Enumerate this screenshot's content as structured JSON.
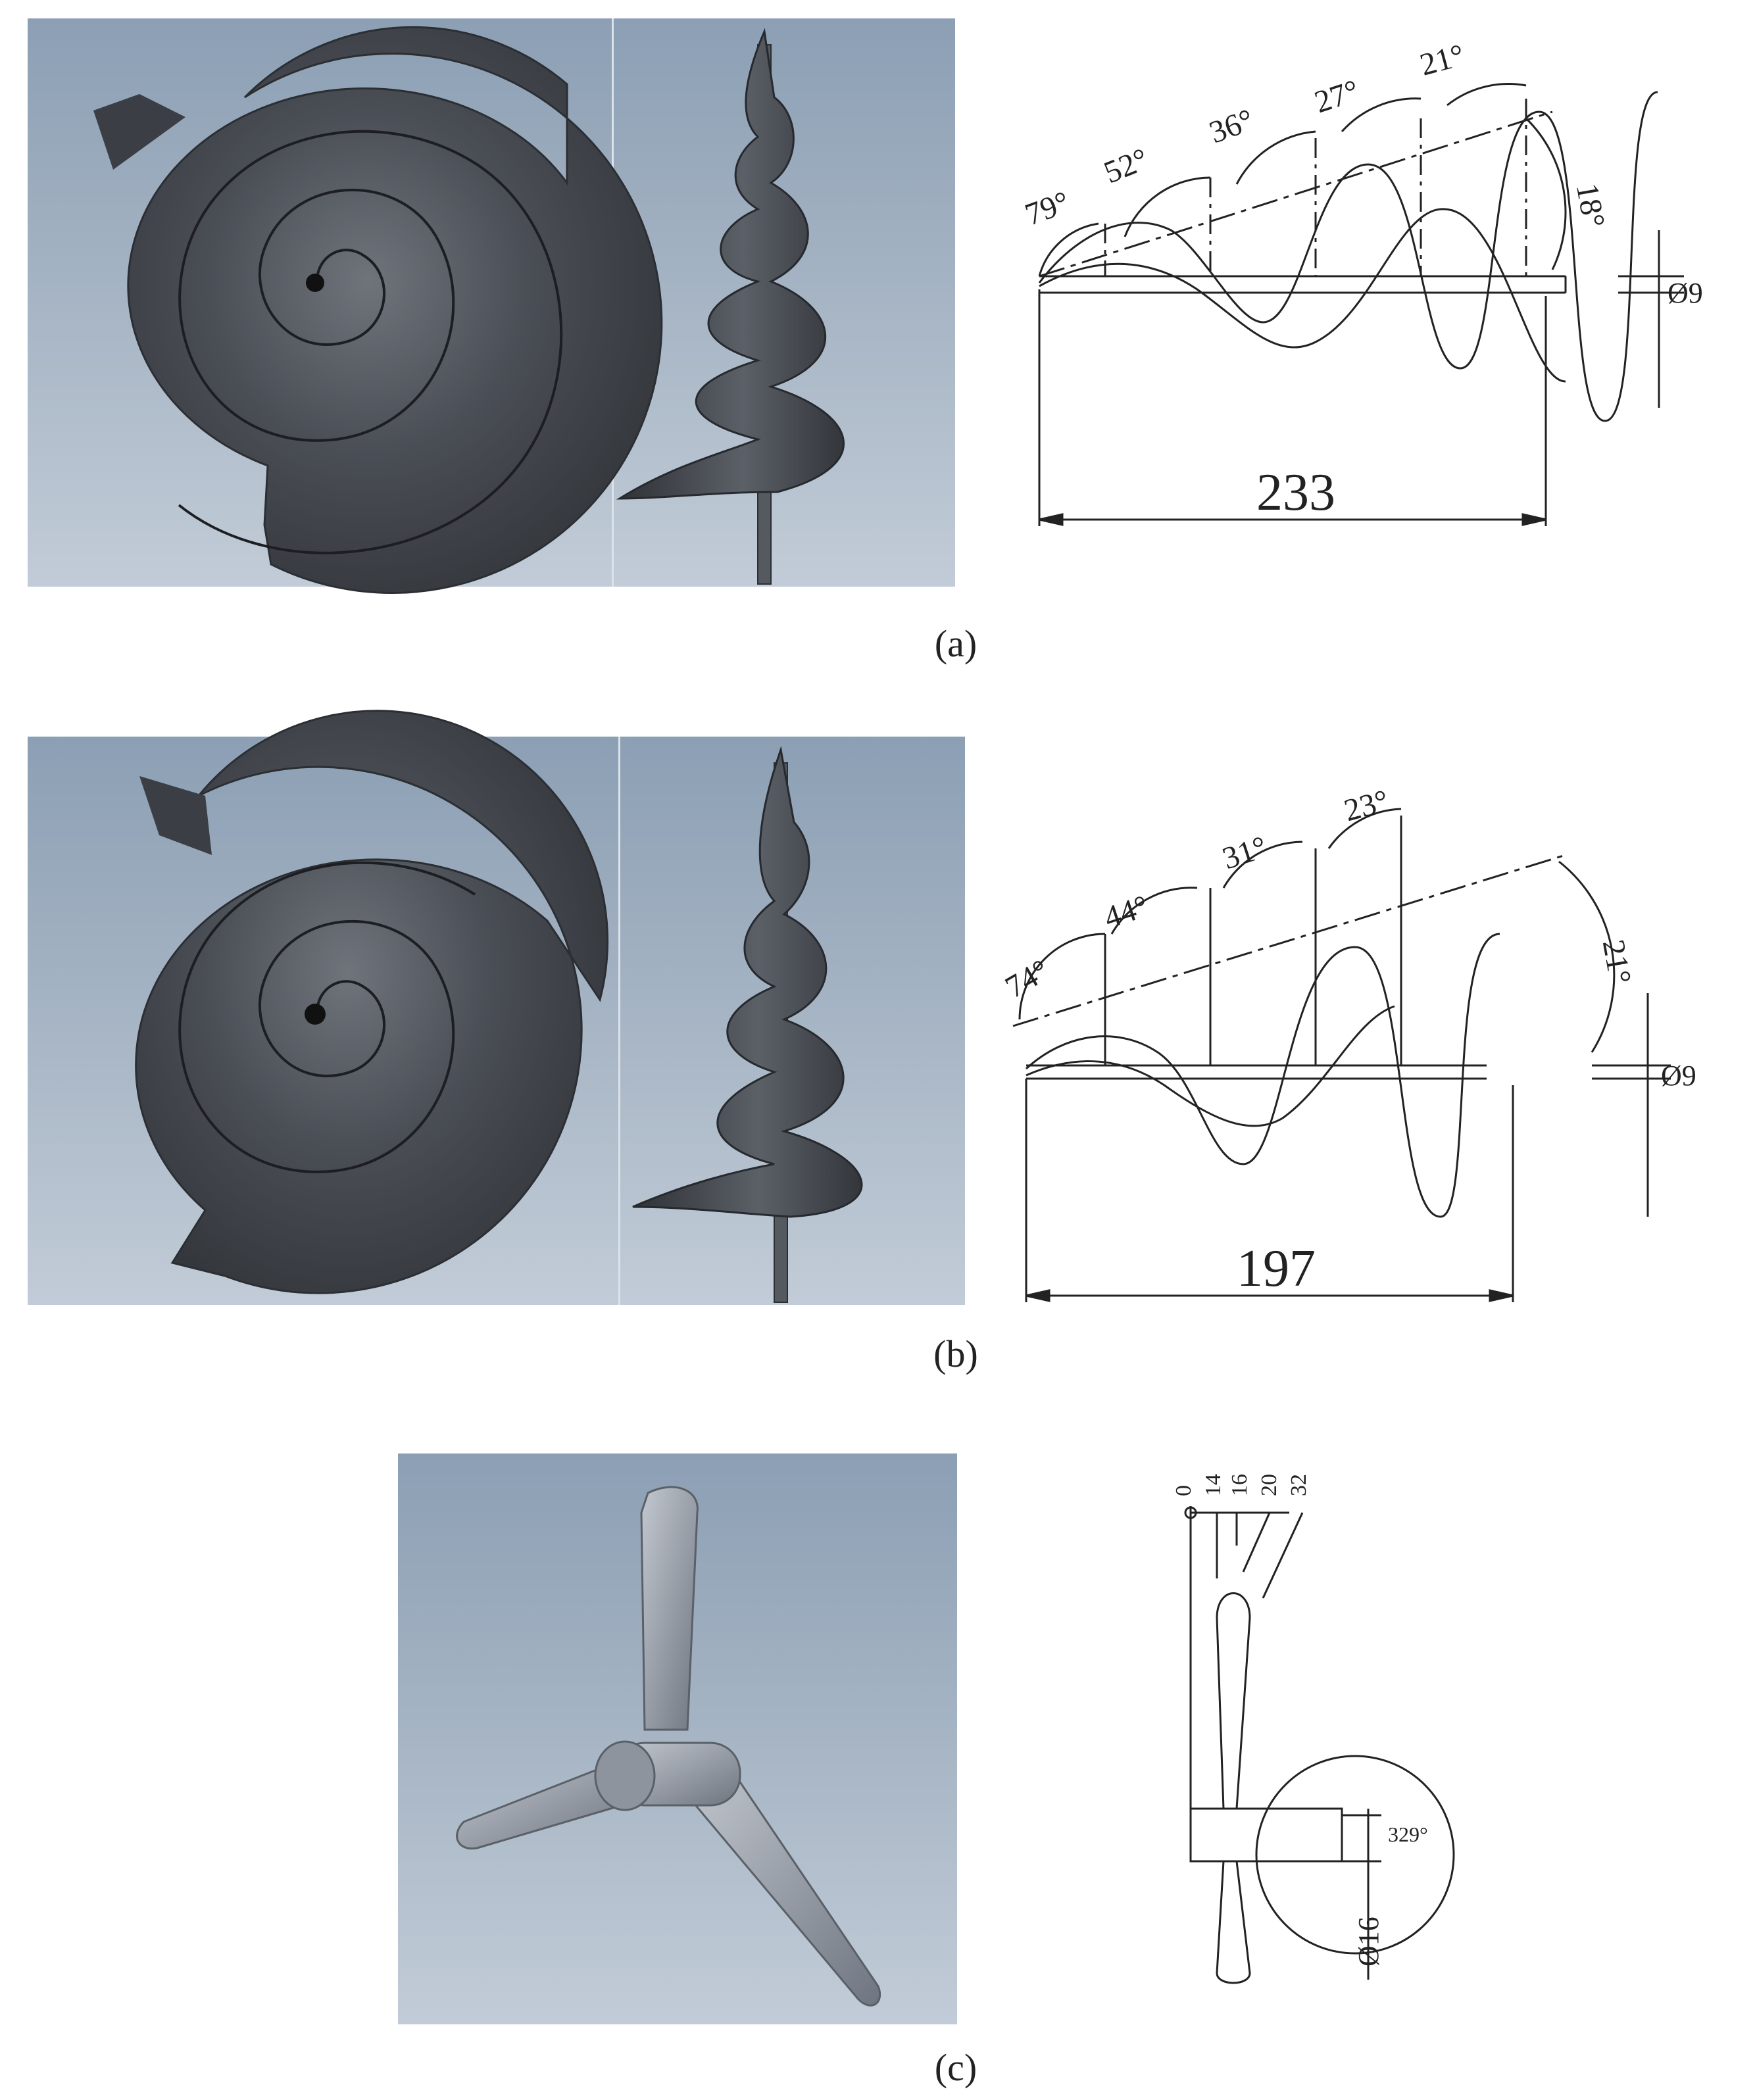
{
  "colors": {
    "background": "#8c9fb4",
    "part": "#3f4349",
    "line": "#222222"
  },
  "panel_a": {
    "caption": "(a)",
    "angles": [
      "79°",
      "52°",
      "36°",
      "27°",
      "21°",
      "18°"
    ],
    "diameter": "Ø9",
    "length": "233"
  },
  "panel_b": {
    "caption": "(b)",
    "angles": [
      "74°",
      "44°",
      "31°",
      "23°",
      "21°"
    ],
    "diameter": "Ø9",
    "length": "197"
  },
  "panel_c": {
    "caption": "(c)",
    "ticks": [
      "0",
      "14",
      "16",
      "20",
      "32"
    ],
    "angle": "329°",
    "diameter": "Ø16"
  }
}
